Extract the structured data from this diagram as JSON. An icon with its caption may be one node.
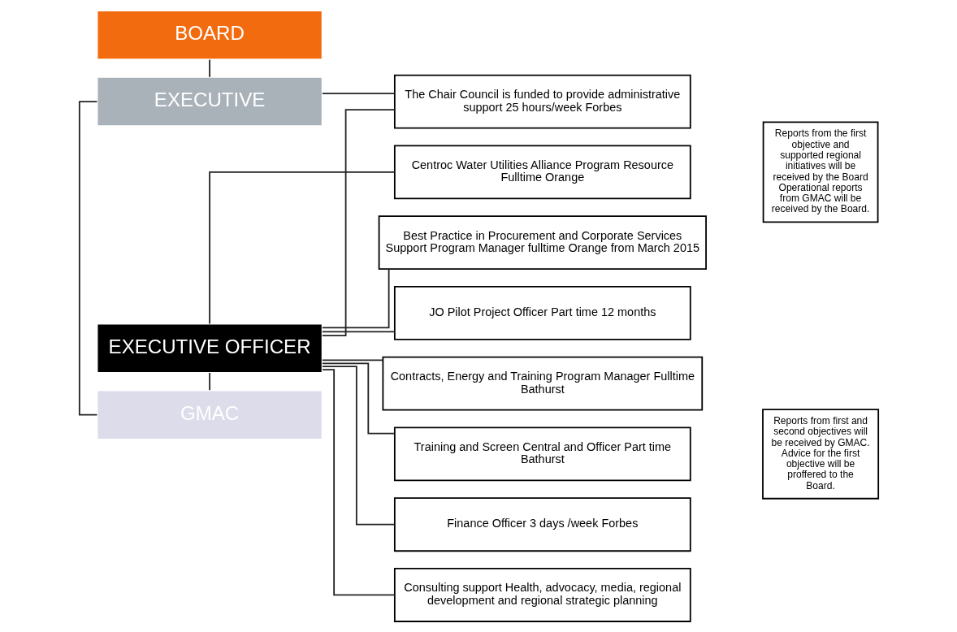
{
  "diagram": {
    "nodes": [
      {
        "text": [
          "BOARD"
        ]
      },
      {
        "text": [
          "EXECUTIVE"
        ]
      },
      {
        "text": [
          "GMAC"
        ]
      },
      {
        "text": [
          "EXECUTIVE OFFICER"
        ]
      },
      {
        "text": [
          "The Chair Council is funded to provide administrative support 25 hours/week Forbes"
        ]
      },
      {
        "text": [
          "Centroc Water Utilities Alliance Program Resource Fulltime Orange"
        ]
      },
      {
        "text": [
          "Best Practice in Procurement and Corporate Services Support Program Manager fulltime Orange from March 2015"
        ]
      },
      {
        "text": [
          "JO Pilot Project Officer Part time 12 months"
        ]
      },
      {
        "text": [
          "Contracts, Energy and Training Program Manager Fulltime Bathurst"
        ]
      },
      {
        "text": [
          "Training and Screen Central and Officer Part time Bathurst"
        ]
      },
      {
        "text": [
          "Finance Officer 3 days /week Forbes"
        ]
      },
      {
        "text": [
          "Consulting support Health, advocacy, media, regional development and regional strategic planning"
        ]
      },
      {
        "text": [
          "Reports from the first objective and supported regional initiatives will be received by the Board Operational reports from GMAC will be received by the Board."
        ]
      },
      {
        "text": [
          "Reports from first and second objectives will be received by GMAC. Advice for the first objective will be proffered to the Board."
        ]
      }
    ],
    "edges": [
      {
        "from": 0,
        "to": 1,
        "arrow": "none"
      },
      {
        "from": 1,
        "to": 2,
        "arrow": "none"
      },
      {
        "from": 2,
        "to": 3,
        "arrow": "none"
      },
      {
        "from": 1,
        "to": 4,
        "arrow": "none"
      },
      {
        "from": 3,
        "to": 4,
        "arrow": "none"
      },
      {
        "from": 3,
        "to": 5,
        "arrow": "none"
      },
      {
        "from": 3,
        "to": 6,
        "arrow": "none"
      },
      {
        "from": 3,
        "to": 7,
        "arrow": "none"
      },
      {
        "from": 3,
        "to": 8,
        "arrow": "none"
      },
      {
        "from": 3,
        "to": 9,
        "arrow": "none"
      },
      {
        "from": 3,
        "to": 10,
        "arrow": "none"
      },
      {
        "from": 3,
        "to": 11,
        "arrow": "none"
      }
    ]
  }
}
